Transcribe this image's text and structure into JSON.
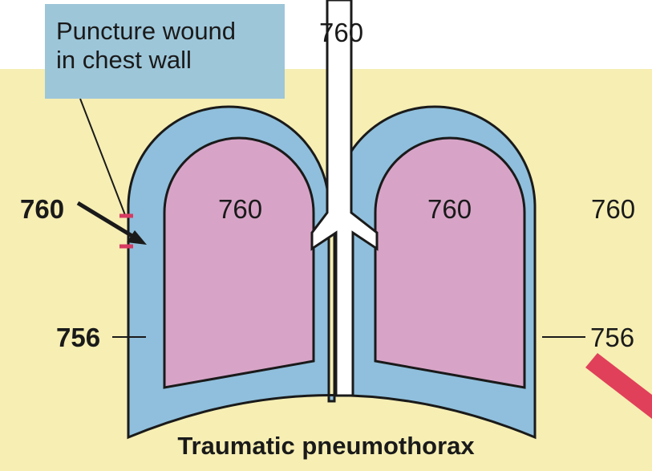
{
  "diagram": {
    "title": "Traumatic pneumothorax",
    "callout": {
      "line1": "Puncture wound",
      "line2": "in chest wall"
    },
    "pressures": {
      "trachea": "760",
      "left_lung": "760",
      "right_lung": "760",
      "atmospheric_outside": "760",
      "atmospheric_entering": "760",
      "left_pleural": "756",
      "right_pleural": "756"
    },
    "colors": {
      "background": "#f6eeb3",
      "pleural_cavity": "#8fbfdc",
      "lung": "#d7a4c7",
      "airway": "#ffffff",
      "callout_box": "#9dc6d9",
      "wound_marks": "#d63b62",
      "corner_band": "#e0405a"
    }
  }
}
